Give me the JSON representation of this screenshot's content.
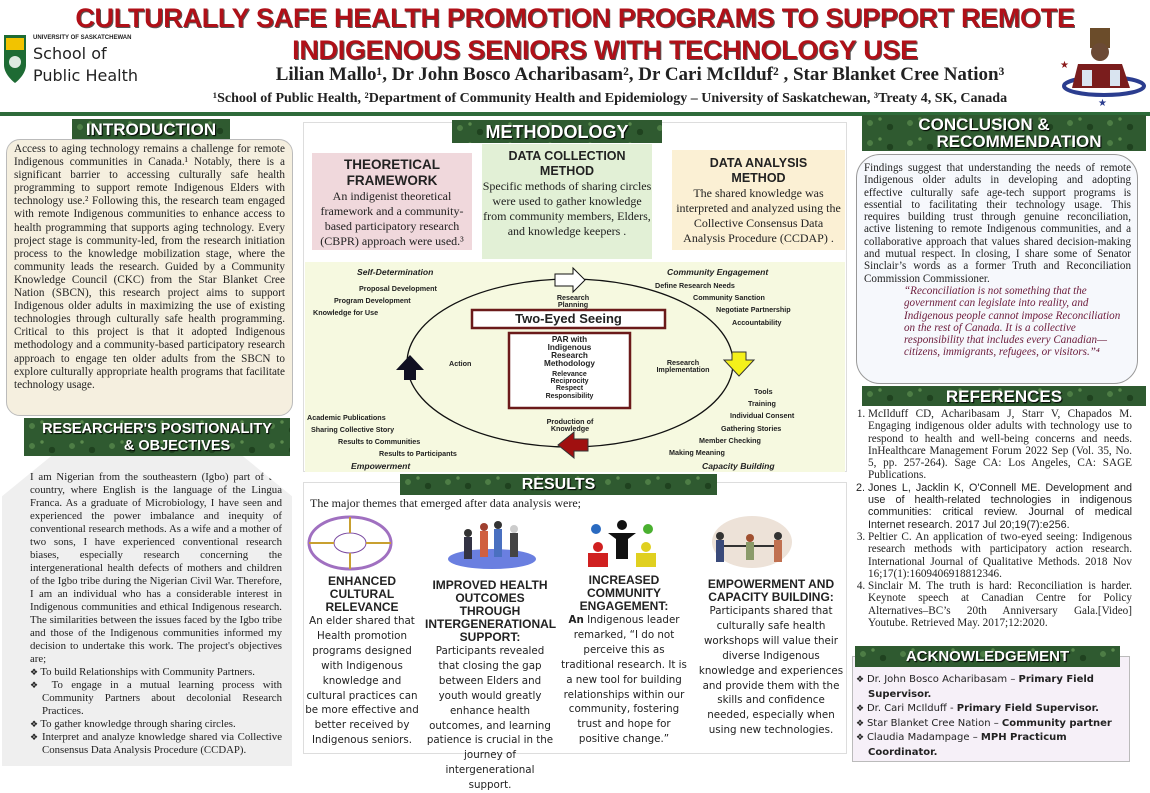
{
  "header": {
    "title_line1": "CULTURALLY SAFE HEALTH PROMOTION PROGRAMS TO SUPPORT REMOTE",
    "title_line2": "INDIGENOUS SENIORS WITH TECHNOLOGY USE",
    "authors": "Lilian Mallo¹, Dr John Bosco Acharibasam², Dr Cari McIlduf² , Star Blanket Cree Nation³",
    "affiliations": "¹School of Public Health, ²Department of Community Health and Epidemiology – University of Saskatchewan, ³Treaty 4, SK, Canada",
    "logo_left": {
      "university": "UNIVERSITY OF SASKATCHEWAN",
      "line1": "School of",
      "line2": "Public Health",
      "color": "#1e6b34"
    },
    "logo_right": {
      "name": "Star Blanket Cree Nation logo"
    },
    "title_color": "#b01018",
    "accent_green": "#2e6b3a"
  },
  "introduction": {
    "heading": "INTRODUCTION",
    "text": "Access to aging technology remains a challenge for remote Indigenous communities in Canada.¹ Notably, there is a significant barrier to accessing culturally safe health programming to support remote Indigenous Elders with technology use.² Following this, the research team engaged with remote Indigenous communities to enhance access to health programming that supports aging technology. Every project stage is community-led, from the research initiation process to the knowledge mobilization stage, where the community leads the research. Guided by a Community Knowledge Council (CKC) from the Star Blanket Cree Nation (SBCN), this research project aims to support Indigenous older adults in maximizing the use of existing technologies through culturally safe health programming. Critical to this project is that it adopted Indigenous methodology and a community-based participatory research approach to engage ten older adults from the SBCN to explore culturally appropriate health programs that facilitate technology usage."
  },
  "positionality": {
    "heading_line1": "RESEARCHER'S POSITIONALITY",
    "heading_line2": "& OBJECTIVES",
    "text": "I am Nigerian from the southeastern (Igbo) part of the country, where English is the language of the Lingua Franca. As a graduate of Microbiology, I have seen and experienced the power imbalance and inequity of conventional research methods. As a wife and a mother of two sons, I have experienced conventional research biases, especially research concerning the intergenerational health defects of mothers and children of the Igbo tribe during the Nigerian Civil War. Therefore, I am an individual who has a considerable interest in Indigenous communities and ethical Indigenous research. The similarities between the issues faced by the Igbo tribe and those of the Indigenous communities informed my decision to undertake this work. The project's objectives are;",
    "objectives": [
      "To build Relationships with Community Partners.",
      "To engage in a mutual learning process with Community Partners about decolonial Research Practices.",
      "To gather knowledge through sharing circles.",
      "Interpret and analyze knowledge shared via Collective Consensus Data Analysis Procedure (CCDAP)."
    ]
  },
  "methodology": {
    "heading": "METHODOLOGY",
    "theoretical": {
      "title": "THEORETICAL FRAMEWORK",
      "text": "An indigenist theoretical framework and a community-based participatory research (CBPR) approach were used.³",
      "color": "#f0d8dc"
    },
    "collection": {
      "title": "DATA COLLECTION METHOD",
      "text": "Specific methods of sharing circles were used to gather knowledge from community members, Elders, and knowledge keepers .",
      "color": "#e2f0d6"
    },
    "analysis": {
      "title": "DATA ANALYSIS METHOD",
      "text": "The shared knowledge was interpreted and analyzed using the Collective Consensus Data Analysis Procedure (CCDAP) .",
      "color": "#fbf0d4"
    },
    "diagram": {
      "center_title": "Two-Eyed Seeing",
      "center_box": [
        "PAR with",
        "Indigenous",
        "Research",
        "Methodology"
      ],
      "principles": [
        "Relevance",
        "Reciprocity",
        "Respect",
        "Responsibility"
      ],
      "stages": {
        "top": "Research Planning",
        "right": "Research Implementation",
        "bottom": "Production of Knowledge",
        "left": "Action"
      },
      "quadrants": {
        "self_determination": {
          "label": "Self-Determination",
          "items": [
            "Proposal Development",
            "Program Development",
            "Knowledge for Use"
          ]
        },
        "community_engagement": {
          "label": "Community Engagement",
          "items": [
            "Define Research Needs",
            "Community Sanction",
            "Negotiate Partnership",
            "Accountability"
          ]
        },
        "capacity_building": {
          "label": "Capacity Building",
          "items": [
            "Tools",
            "Training",
            "Individual Consent",
            "Gathering Stories",
            "Member Checking",
            "Making Meaning"
          ]
        },
        "empowerment": {
          "label": "Empowerment",
          "items": [
            "Academic Publications",
            "Sharing Collective Story",
            "Results to Communities",
            "Results to Participants"
          ]
        }
      },
      "arrow_colors": {
        "top": "#ffffff",
        "right": "#f4f01a",
        "bottom": "#a01010",
        "left": "#111122"
      },
      "background": "#f6f9e0"
    }
  },
  "results": {
    "heading": "RESULTS",
    "intro": "The major themes that emerged after data analysis were;",
    "themes": [
      {
        "title": "ENHANCED CULTURAL RELEVANCE",
        "text": "An elder shared that Health promotion programs designed with Indigenous knowledge and cultural practices can be more effective and better received by Indigenous seniors.",
        "image": "culture-wheel-icon"
      },
      {
        "title": "IMPROVED HEALTH OUTCOMES THROUGH INTERGENERATIONAL SUPPORT:",
        "text": "Participants revealed that closing the gap between Elders and youth would greatly enhance health outcomes, and learning patience is crucial in the journey of intergenerational support.",
        "image": "family-generations-icon"
      },
      {
        "title": "INCREASED COMMUNITY ENGAGEMENT:",
        "text_lead": "An",
        "text": "Indigenous leader remarked, “I do not perceive this as traditional research. It is a new tool for building relationships within our community, fostering trust and hope for positive change.”",
        "image": "community-circle-icon"
      },
      {
        "title": "EMPOWERMENT AND CAPACITY BUILDING:",
        "text": "Participants shared that culturally safe health workshops will value their diverse Indigenous knowledge and experiences and provide them with the skills and confidence needed, especially when using new technologies.",
        "image": "people-holding-hands-icon"
      }
    ]
  },
  "conclusion": {
    "heading_line1": "CONCLUSION &",
    "heading_line2": "RECOMMENDATION",
    "text": "Findings suggest that understanding the needs of remote Indigenous older adults in developing and adopting effective culturally safe age-tech support programs is essential to facilitating their technology usage. This requires building trust through genuine reconciliation, active listening to remote Indigenous communities, and a collaborative approach that values shared decision-making and mutual respect. In closing, I share some of Senator Sinclair’s words as a former Truth and Reconciliation Commission Commissioner.",
    "quote": "“Reconciliation is not something that the government can legislate into reality, and Indigenous people cannot impose Reconciliation on the rest of Canada. It is a collective responsibility that includes every Canadian—citizens, immigrants, refugees, or visitors.”⁴",
    "quote_color": "#6b1a3a"
  },
  "references": {
    "heading": "REFERENCES",
    "items": [
      "McIlduff CD, Acharibasam J, Starr V, Chapados M. Engaging indigenous older adults with technology use to respond to health and well-being concerns and needs. InHealthcare Management Forum 2022 Sep (Vol. 35, No. 5, pp. 257-264). Sage CA: Los Angeles, CA: SAGE Publications.",
      "Jones L, Jacklin K, O'Connell ME. Development and use of health-related technologies in indigenous communities: critical review. Journal of medical Internet research. 2017 Jul 20;19(7):e256.",
      "Peltier C. An application of two-eyed seeing: Indigenous research methods with participatory action research. International Journal of Qualitative Methods. 2018 Nov 16;17(1):1609406918812346.",
      "Sinclair M. The truth is hard: Reconciliation is harder. Keynote speech at Canadian Centre for Policy Alternatives–BC’s 20th Anniversary Gala.[Video] Youtube. Retrieved May. 2017;12:2020."
    ]
  },
  "acknowledgement": {
    "heading": "ACKNOWLEDGEMENT",
    "items": [
      {
        "name": "Dr. John Bosco Acharibasam –",
        "role": "Primary Field Supervisor."
      },
      {
        "name": "Dr. Cari McIlduff -",
        "role": "Primary Field Supervisor."
      },
      {
        "name": "Star Blanket Cree Nation –",
        "role": "Community partner"
      },
      {
        "name": "Claudia Madampage –",
        "role": "MPH Practicum Coordinator."
      }
    ],
    "background": "#f6f0f8"
  }
}
